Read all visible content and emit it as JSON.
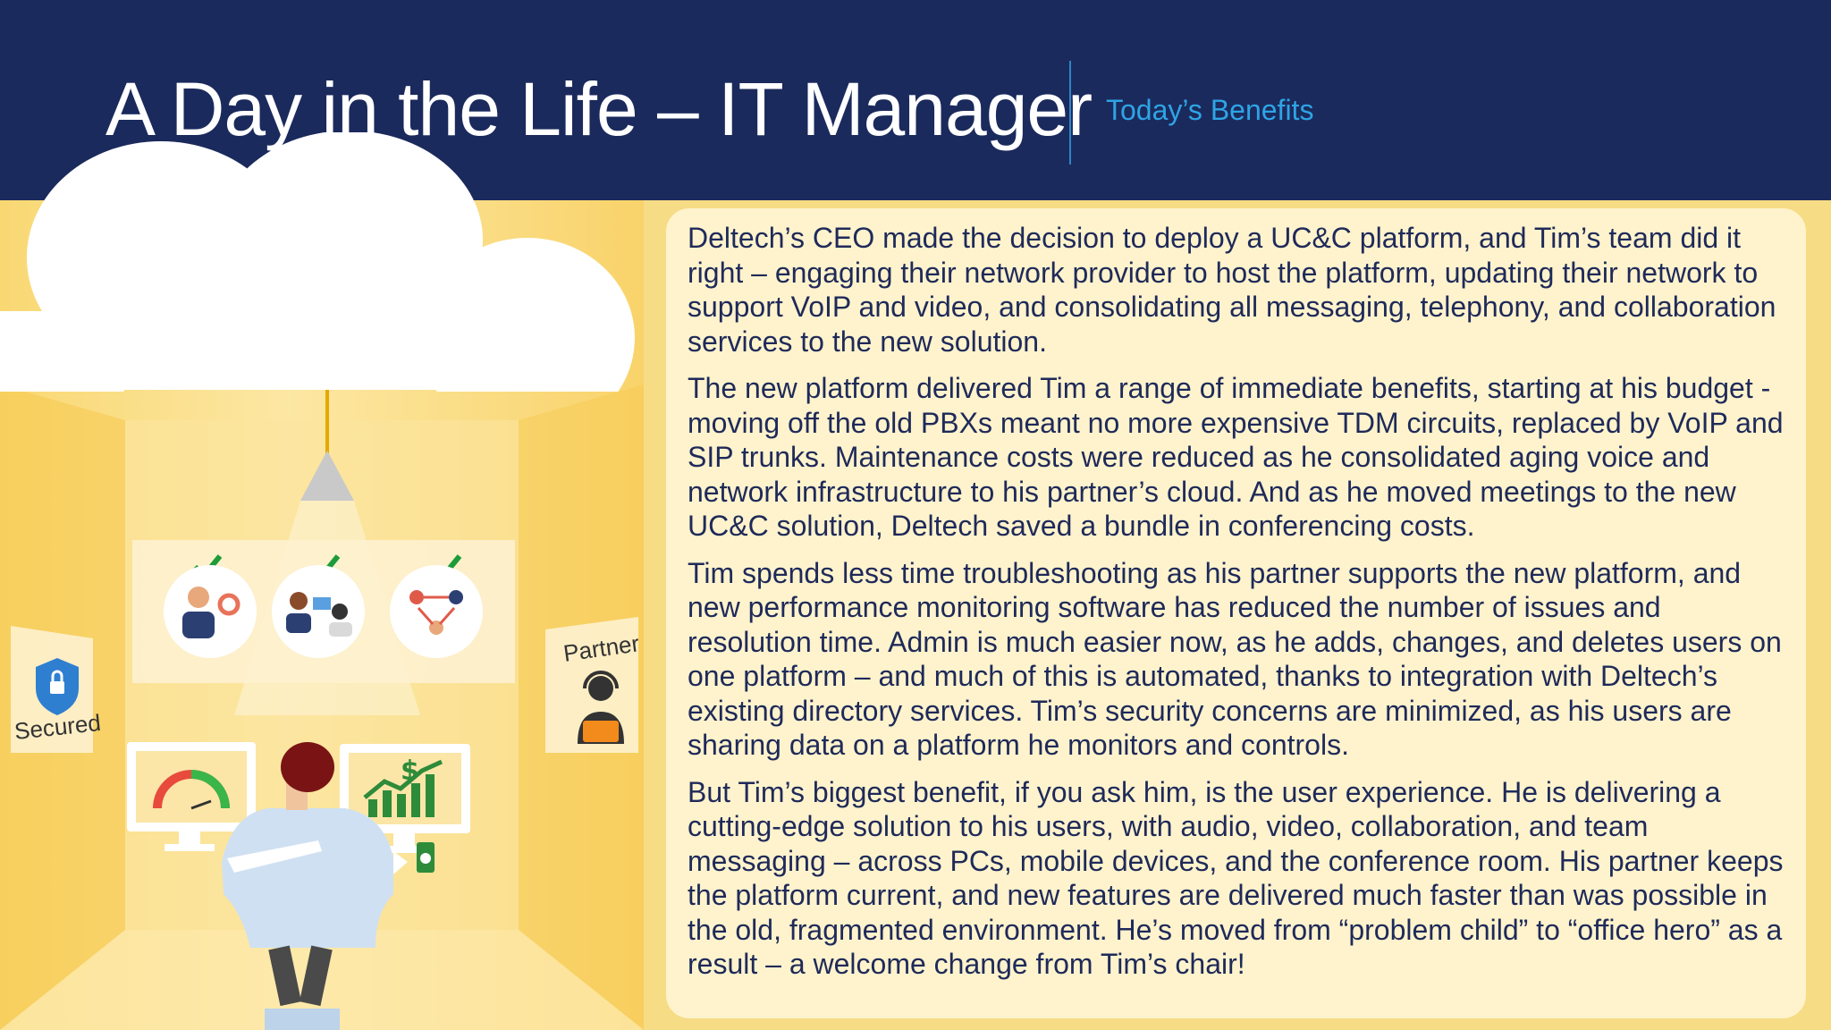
{
  "header": {
    "title": "A Day in the Life – IT Manager",
    "subtitle": "Today’s Benefits"
  },
  "illustration": {
    "secured_label": "Secured",
    "partner_label": "Partner",
    "check_icons": [
      "checkmark-icon",
      "checkmark-icon",
      "checkmark-icon"
    ],
    "icons": [
      "cloud-icon",
      "lamp-icon",
      "shield-lock-icon",
      "headset-agent-icon",
      "speedometer-icon",
      "dollar-growth-chart-icon",
      "coffee-cup-icon"
    ]
  },
  "body": {
    "paragraphs": [
      "Deltech’s CEO made the decision to deploy a UC&C platform, and Tim’s team did it right – engaging their network provider to host the platform, updating their network to support VoIP and video, and consolidating all messaging, telephony, and collaboration services to the new solution.",
      "The new platform delivered Tim a range of immediate benefits, starting at his budget - moving off the old PBXs meant no more expensive TDM circuits, replaced by VoIP and SIP trunks. Maintenance costs were reduced as he consolidated aging voice and network infrastructure to his partner’s cloud. And as he moved meetings to the new UC&C solution, Deltech saved a bundle in conferencing costs.",
      "Tim spends less time troubleshooting as his partner supports the new platform, and new performance monitoring software has reduced the number of issues and resolution time. Admin is much easier now, as he adds, changes, and deletes users on one platform – and much of this is automated, thanks to integration with Deltech’s existing directory services. Tim’s security concerns are minimized, as his users are sharing data on a platform he monitors and controls.",
      "But Tim’s biggest benefit, if you ask him, is the user experience. He is delivering a cutting-edge solution to his users, with audio, video, collaboration, and team messaging – across PCs, mobile devices, and the conference room. His partner keeps the platform current, and new features are delivered much faster than was possible in the old, fragmented environment. He’s moved from “problem child” to “office hero” as a result – a welcome change from Tim’s chair!"
    ]
  }
}
